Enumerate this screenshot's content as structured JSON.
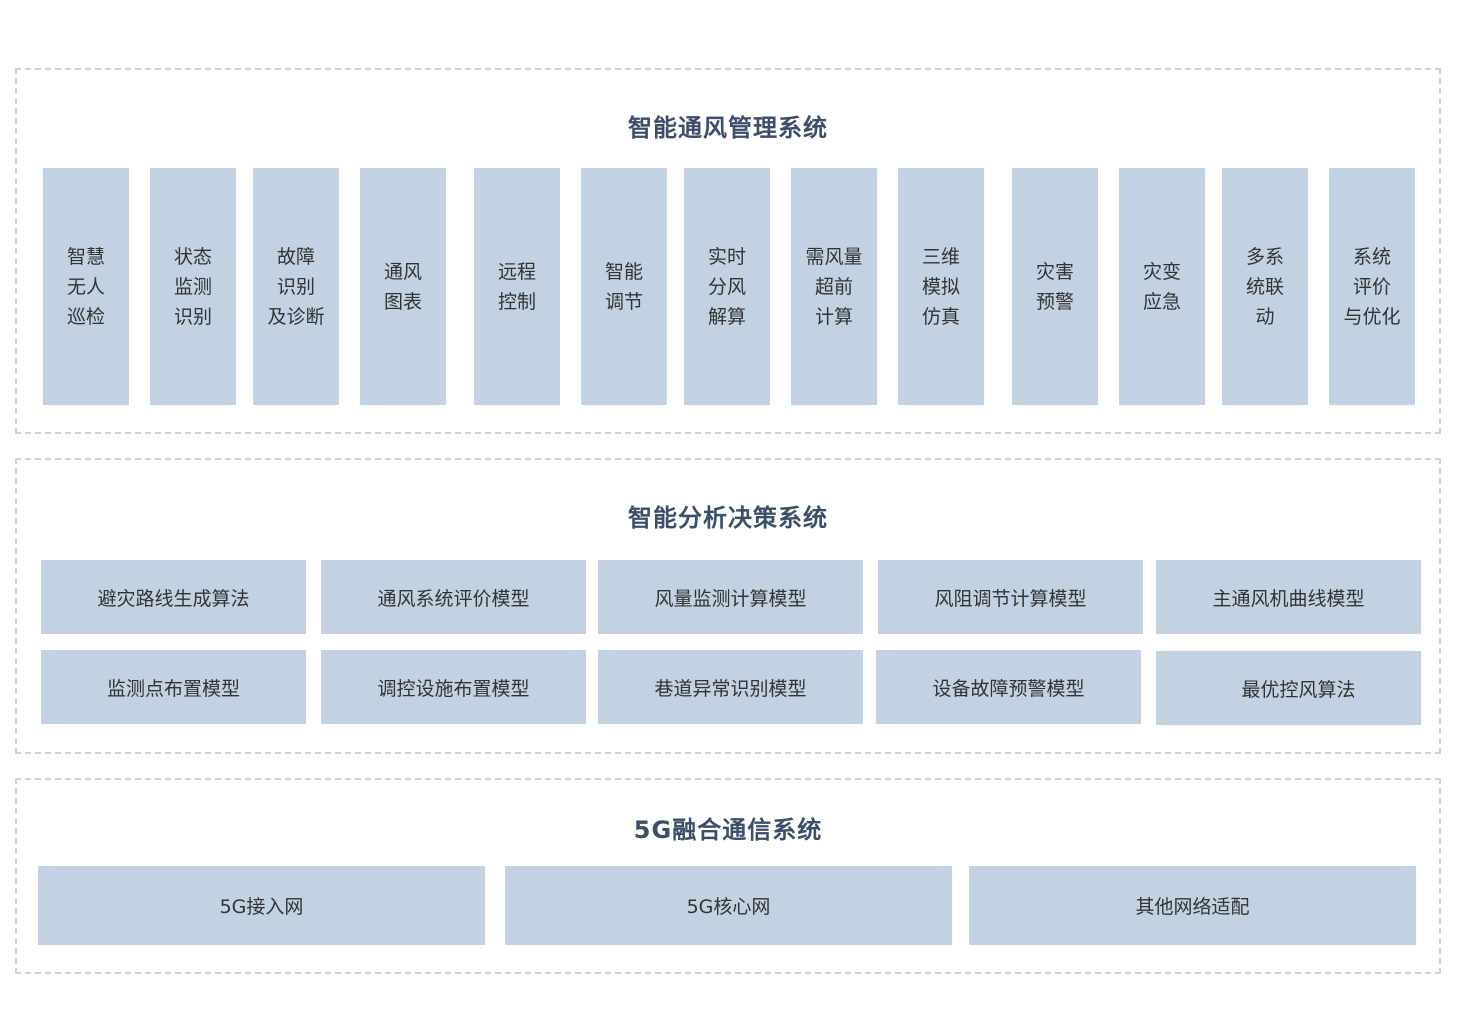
{
  "sections": {
    "ventilation": {
      "title": "智能通风管理系统",
      "modules": [
        [
          "智慧",
          "无人",
          "巡检"
        ],
        [
          "状态",
          "监测",
          "识别"
        ],
        [
          "故障",
          "识别",
          "及诊断"
        ],
        [
          "通风",
          "图表"
        ],
        [
          "远程",
          "控制"
        ],
        [
          "智能",
          "调节"
        ],
        [
          "实时",
          "分风",
          "解算"
        ],
        [
          "需风量",
          "超前",
          "计算"
        ],
        [
          "三维",
          "模拟",
          "仿真"
        ],
        [
          "灾害",
          "预警"
        ],
        [
          "灾变",
          "应急"
        ],
        [
          "多系",
          "统联",
          "动"
        ],
        [
          "系统",
          "评价",
          "与优化"
        ]
      ]
    },
    "analysis": {
      "title": "智能分析决策系统",
      "row1": [
        "避灾路线生成算法",
        "通风系统评价模型",
        "风量监测计算模型",
        "风阻调节计算模型",
        "主通风机曲线模型"
      ],
      "row2": [
        "监测点布置模型",
        "调控设施布置模型",
        "巷道异常识别模型",
        "设备故障预警模型",
        "最优控风算法"
      ]
    },
    "communication": {
      "title": "5G融合通信系统",
      "items": [
        "5G接入网",
        "5G核心网",
        "其他网络适配"
      ]
    }
  },
  "colors": {
    "box_fill": "#c2d2e3",
    "dashed_border": "#c9d3e0",
    "title_text": "#3c4f6a",
    "body_text": "#333333"
  }
}
